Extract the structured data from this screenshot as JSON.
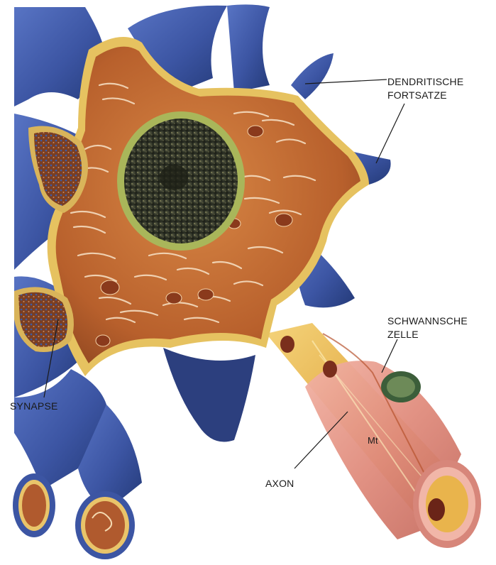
{
  "diagram": {
    "labels": {
      "dendrites_line1": "DENDRITISCHE",
      "dendrites_line2": "FORTSATZE",
      "schwann_line1": "SCHWANNSCHE",
      "schwann_line2": "ZELLE",
      "synapse": "SYNAPSE",
      "axon": "AXON",
      "mt": "Mt"
    },
    "colors": {
      "dendrite_blue": "#3f5aa8",
      "cytoplasm": "#c86d35",
      "membrane_yellow": "#e8c25a",
      "nucleus": "#2f3324",
      "axon_core": "#e9b74c",
      "myelin_pink": "#e79a8f"
    }
  }
}
